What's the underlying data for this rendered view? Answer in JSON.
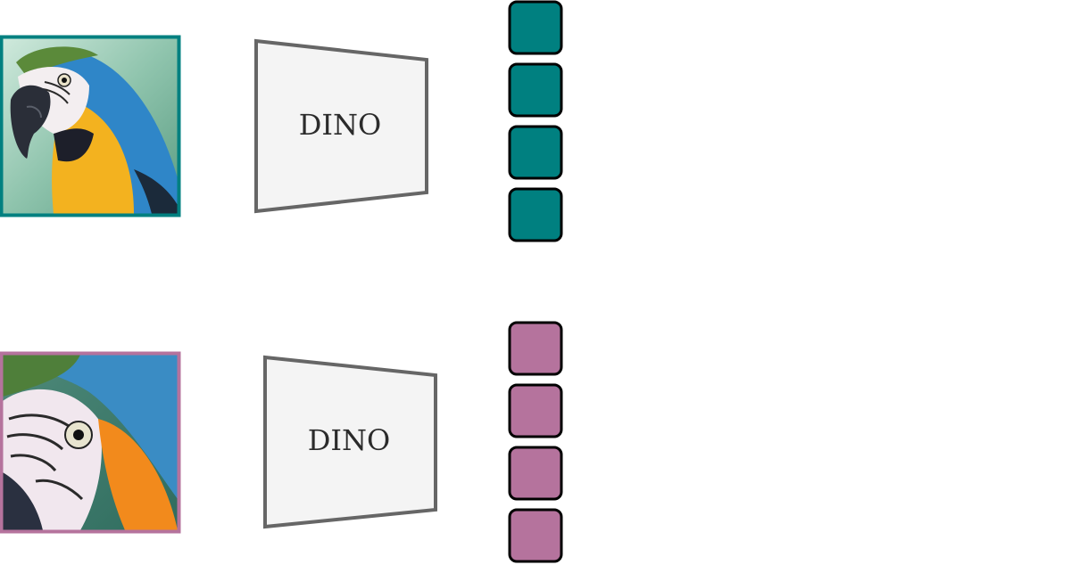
{
  "colors": {
    "top_accent": "#008080",
    "bottom_accent": "#b5739d",
    "encoder_fill": "#f4f4f4",
    "encoder_stroke": "#666666",
    "token_stroke": "#000000"
  },
  "top_branch": {
    "image_icon": "parrot-photo-full-view",
    "encoder_label": "DINO",
    "token_count": 4
  },
  "bottom_branch": {
    "image_icon": "parrot-photo-zoomed-crop",
    "encoder_label": "DINO",
    "token_count": 4
  }
}
